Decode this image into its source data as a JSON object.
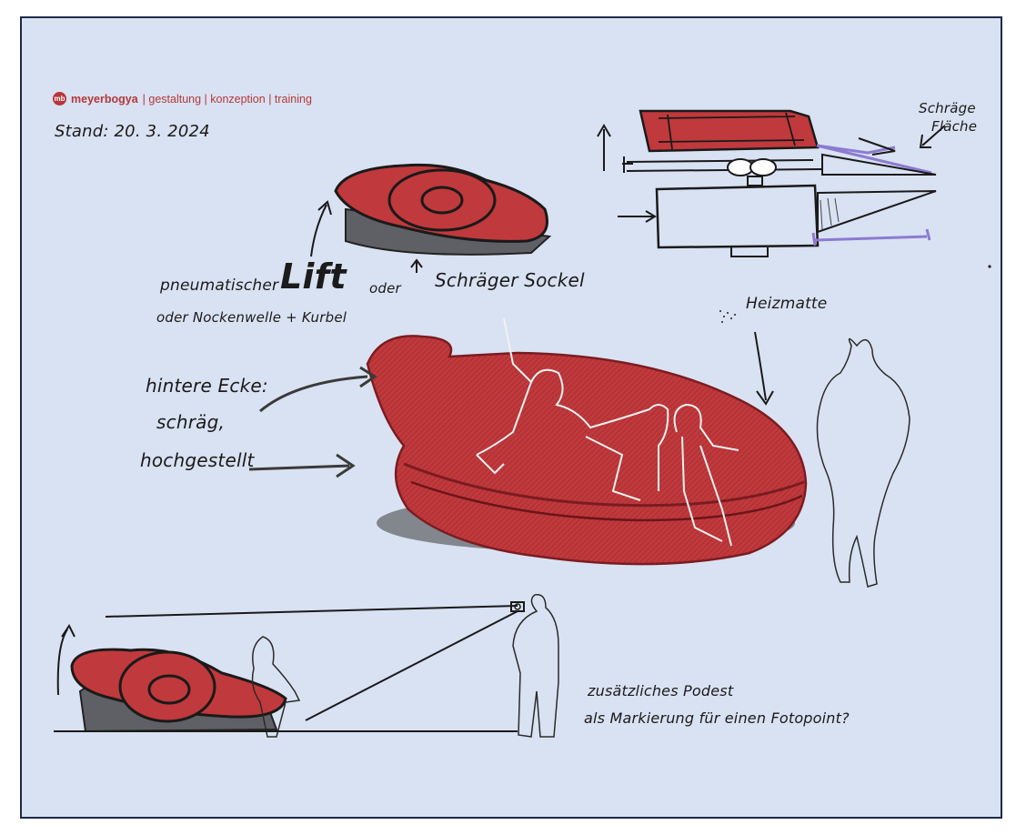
{
  "header": {
    "logo_mark": "mb",
    "company": "meyerbogya",
    "tagline": " | gestaltung | konzeption | training"
  },
  "notes": {
    "date": "Stand: 20. 3. 2024",
    "lift": "pneumatischer",
    "lift_word": "Lift",
    "oder": "oder",
    "sockel": "Schräger Sockel",
    "nocken": "oder Nockenwelle + Kurbel",
    "schraege_1": "Schräge",
    "schraege_2": "Fläche",
    "heizmatte": "Heizmatte",
    "hint_1": "hintere Ecke:",
    "hint_2": "schräg,",
    "hint_3": "hochgestellt",
    "podest_1": "zusätzliches Podest",
    "podest_2": "als Markierung für einen Fotopoint?"
  },
  "colors": {
    "paper": "#d9e2f2",
    "cushion_red": "#c0393c",
    "ink": "#1b1b1b",
    "base_grey": "#5f6066",
    "accent_purple": "#8c7bd0"
  }
}
